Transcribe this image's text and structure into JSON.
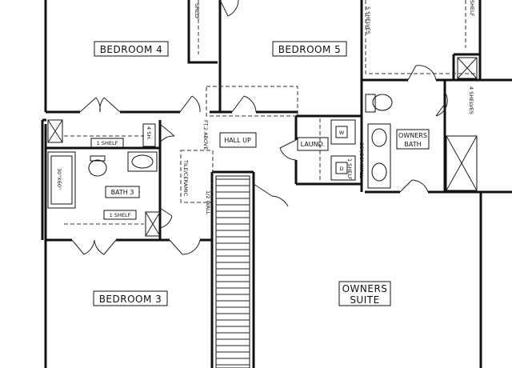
{
  "rooms": {
    "bedroom4": "BEDROOM 4",
    "bedroom5": "BEDROOM 5",
    "bedroom3": "BEDROOM 3",
    "hall_up": "HALL UP",
    "laundry": "LAUND.",
    "owners_bath": [
      "OWNERS",
      "BATH"
    ],
    "owners_suite": [
      "OWNERS",
      "SUITE"
    ],
    "bath3": "BATH 3"
  },
  "notes": {
    "shelf_top": "SHELF",
    "shelves_top_right": "5 SHELVES",
    "shelf_far_right": "SHELF",
    "shelves_bath": "4 SHELVES",
    "one_shelf_a": "1 SHELF",
    "one_shelf_b": "1 SHELF",
    "four_sh": "4 SH.",
    "ft2_above": "FT.2 ABOVE",
    "washer": "W",
    "dryer": "D",
    "one_shelf_laundry": "1 SHELF",
    "wall_36": "36\"/36\" WALL",
    "tub": "30\"X60\"",
    "half_wall": "1/2 WALL",
    "tile_note": "TILE/CERAMIC"
  }
}
